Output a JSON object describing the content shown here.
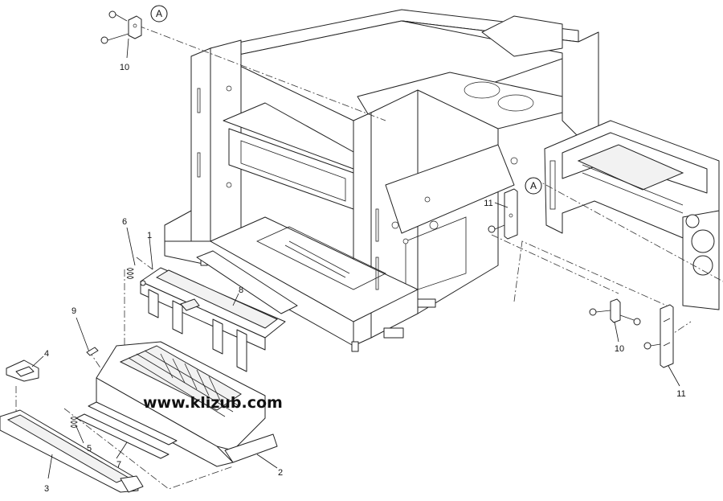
{
  "diagram": {
    "watermark": "www.klizub.com",
    "detail_marker": "A",
    "callouts": {
      "c1": "1",
      "c2": "2",
      "c3": "3",
      "c4": "4",
      "c5": "5",
      "c6": "6",
      "c7": "7",
      "c8": "8",
      "c9": "9",
      "c10_top": "10",
      "c10_right": "10",
      "c11_top": "11",
      "c11_right": "11"
    }
  }
}
